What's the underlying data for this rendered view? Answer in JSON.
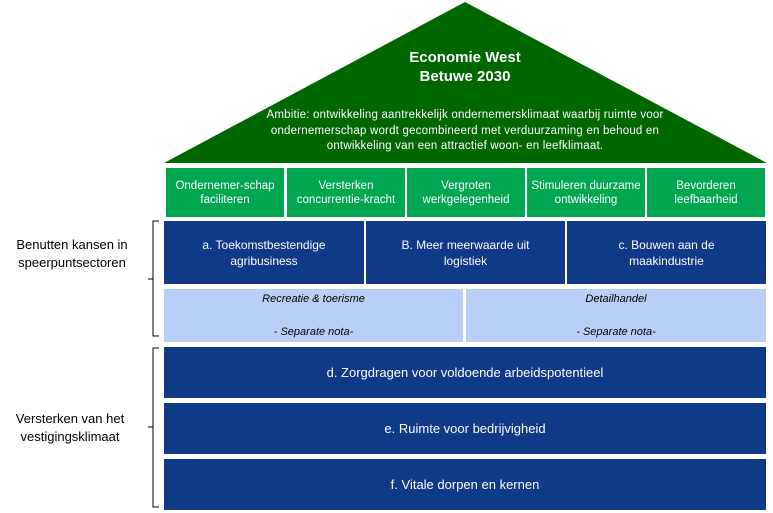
{
  "roof": {
    "title_line1": "Economie West",
    "title_line2": "Betuwe 2030",
    "ambition": "Ambitie: ontwikkeling aantrekkelijk ondernemersklimaat waarbij ruimte voor ondernemerschap wordt gecombineerd met verduurzaming en behoud en ontwikkeling van een attractief woon- en leefklimaat."
  },
  "goals": [
    "Ondernemer-schap faciliteren",
    "Versterken concurrentie-kracht",
    "Vergroten werkgelegenheid",
    "Stimuleren duurzame ontwikkeling",
    "Bevorderen leefbaarheid"
  ],
  "sectors": [
    "a. Toekomstbestendige agribusiness",
    "B. Meer meerwaarde uit logistiek",
    "c. Bouwen aan de maakindustrie"
  ],
  "separate": [
    {
      "title": "Recreatie & toerisme",
      "note": "- Separate nota-"
    },
    {
      "title": "Detailhandel",
      "note": "- Separate nota-"
    }
  ],
  "climate": [
    "d. Zorgdragen voor voldoende arbeidspotentieel",
    "e. Ruimte voor bedrijvigheid",
    "f. Vitale dorpen en kernen"
  ],
  "labels": {
    "group1": "Benutten kansen in speerpuntsectoren",
    "group2": "Versterken van het vestigingsklimaat"
  },
  "colors": {
    "roof": "#006600",
    "goal": "#00a650",
    "sector": "#0e3a88",
    "separate": "#b9d0f6"
  }
}
